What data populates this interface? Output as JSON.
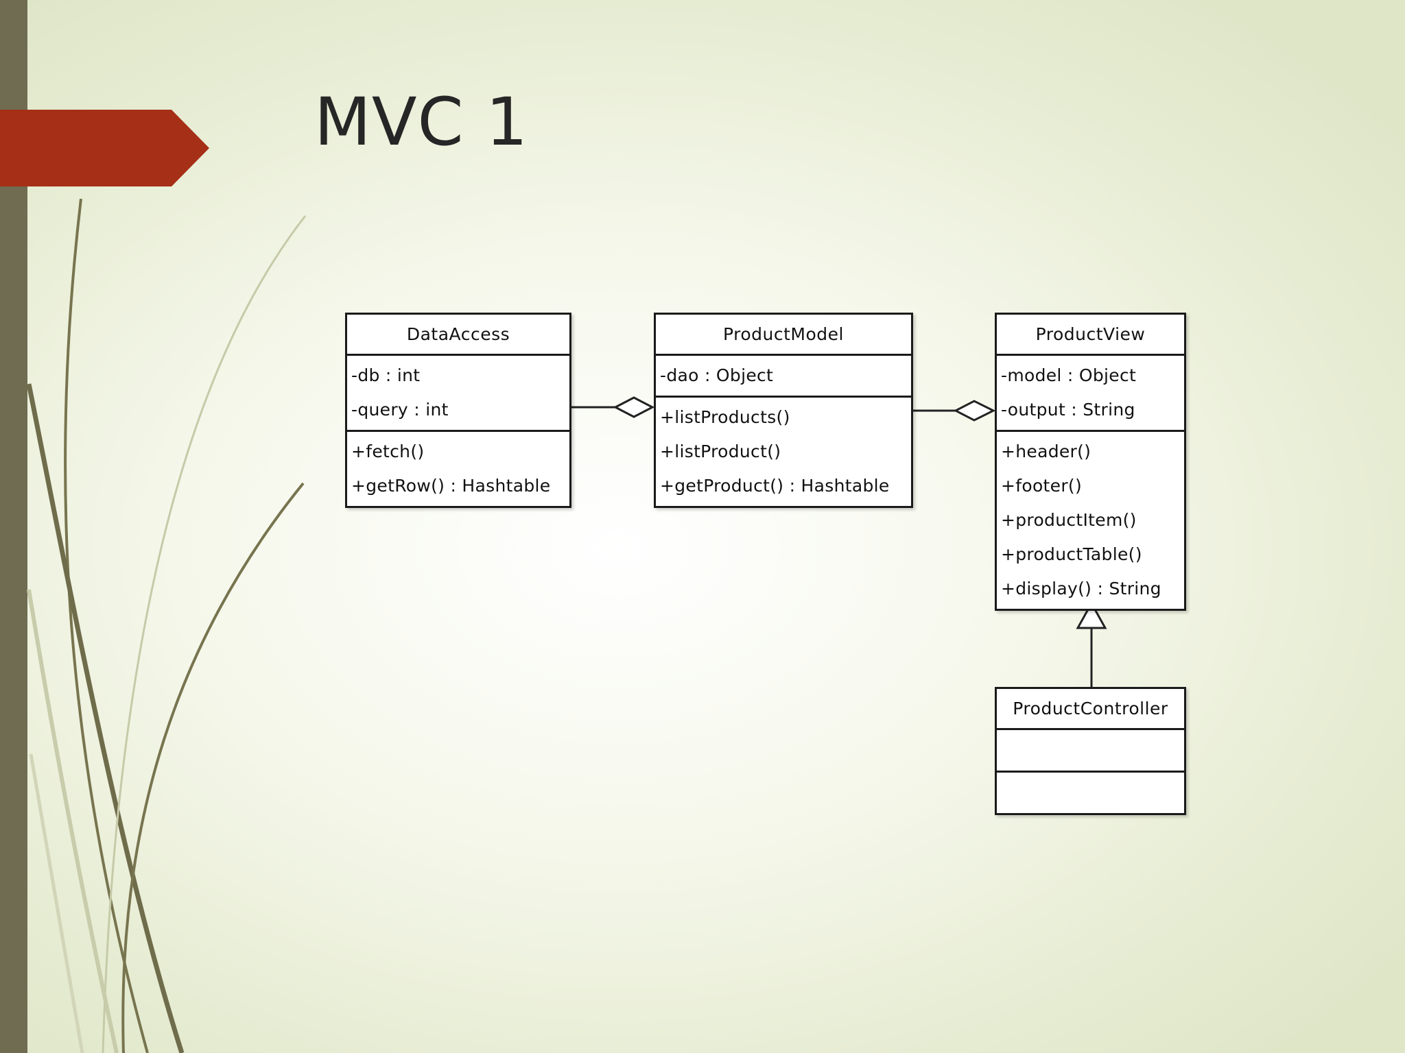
{
  "slide": {
    "title": "MVC 1",
    "colors": {
      "accent": "#a62f17",
      "sidebar": "#6f6c52",
      "background": "#eef2dc"
    }
  },
  "diagram": {
    "type": "uml-class-diagram",
    "classes": [
      {
        "id": "data-access",
        "name": "DataAccess",
        "attributes": [
          "-db : int",
          "-query : int"
        ],
        "methods": [
          "+fetch()",
          "+getRow() : Hashtable"
        ]
      },
      {
        "id": "product-model",
        "name": "ProductModel",
        "attributes": [
          "-dao : Object"
        ],
        "methods": [
          "+listProducts()",
          "+listProduct()",
          "+getProduct() : Hashtable"
        ]
      },
      {
        "id": "product-view",
        "name": "ProductView",
        "attributes": [
          "-model : Object",
          "-output : String"
        ],
        "methods": [
          "+header()",
          "+footer()",
          "+productItem()",
          "+productTable()",
          "+display() : String"
        ]
      },
      {
        "id": "product-controller",
        "name": "ProductController",
        "attributes": [],
        "methods": []
      }
    ],
    "relations": [
      {
        "from": "data-access",
        "to": "product-model",
        "type": "aggregation"
      },
      {
        "from": "product-model",
        "to": "product-view",
        "type": "aggregation"
      },
      {
        "from": "product-controller",
        "to": "product-view",
        "type": "generalization"
      }
    ]
  }
}
